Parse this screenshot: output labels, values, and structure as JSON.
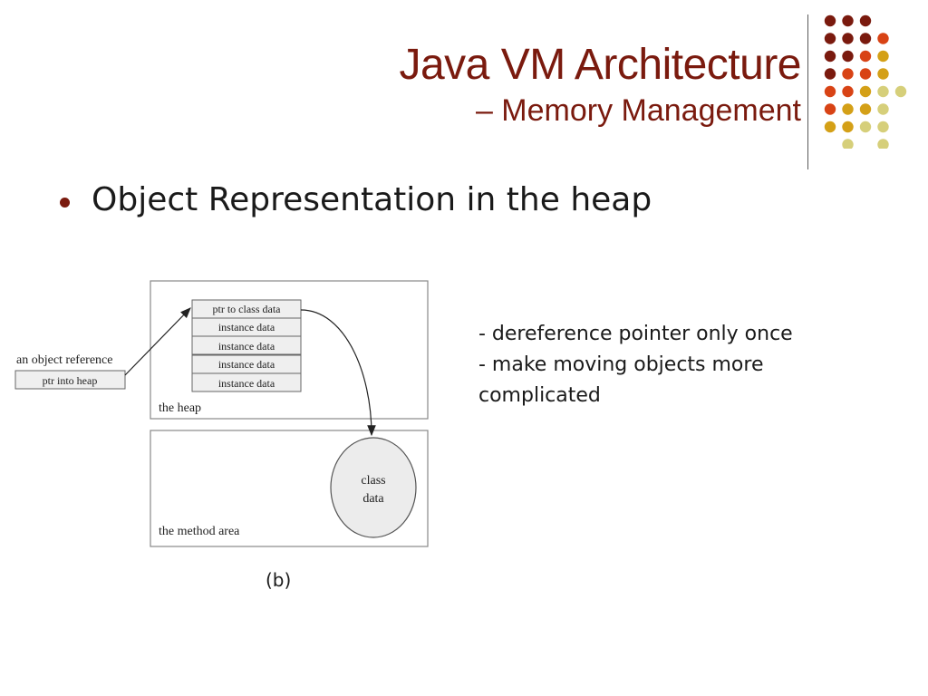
{
  "title": {
    "main": "Java VM Architecture",
    "sub": "– Memory Management"
  },
  "bullet": {
    "text": "Object Representation in the heap"
  },
  "notes": [
    "- dereference pointer only once",
    "- make moving objects more",
    "complicated"
  ],
  "diagram": {
    "object_reference_label": "an object reference",
    "ptr_into_heap": "ptr into heap",
    "heap_cells": [
      "ptr to class data",
      "instance data",
      "instance data",
      "instance data",
      "instance data"
    ],
    "heap_label": "the heap",
    "class_data": [
      "class",
      "data"
    ],
    "method_area_label": "the method area"
  },
  "caption": "(b)",
  "colors": {
    "title": "#7a1a0e",
    "dark_red": "#7a1a0e",
    "orange_red": "#d84315",
    "gold": "#d4a017",
    "khaki": "#d6cf7a"
  },
  "decoration_dots": [
    [
      "dark_red",
      "dark_red",
      "dark_red",
      null
    ],
    [
      "dark_red",
      "dark_red",
      "dark_red",
      "orange_red"
    ],
    [
      "dark_red",
      "dark_red",
      "orange_red",
      "gold"
    ],
    [
      "dark_red",
      "orange_red",
      "orange_red",
      "gold"
    ],
    [
      "orange_red",
      "orange_red",
      "gold",
      "khaki",
      "khaki"
    ],
    [
      "orange_red",
      "gold",
      "gold",
      "khaki"
    ],
    [
      "gold",
      "gold",
      "khaki",
      "khaki"
    ],
    [
      null,
      "khaki",
      null,
      "khaki"
    ]
  ]
}
